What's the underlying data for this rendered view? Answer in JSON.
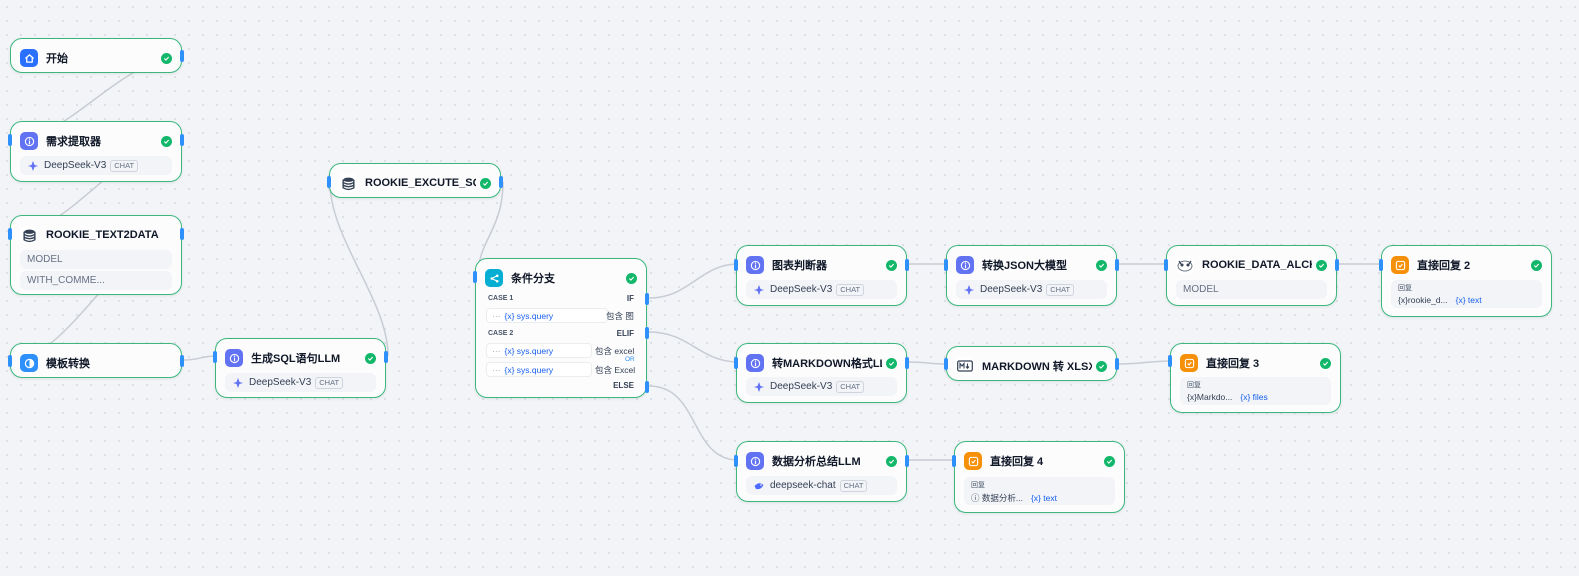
{
  "nodes": {
    "start": {
      "title": "开始"
    },
    "extractor": {
      "title": "需求提取器",
      "model": "DeepSeek-V3",
      "badge": "CHAT"
    },
    "text2data": {
      "title": "ROOKIE_TEXT2DATA",
      "param1": "MODEL",
      "param2": "WITH_COMME..."
    },
    "template": {
      "title": "模板转换"
    },
    "gensql": {
      "title": "生成SQL语句LLM",
      "model": "DeepSeek-V3",
      "badge": "CHAT"
    },
    "execsql": {
      "title": "ROOKIE_EXCUTE_SQL"
    },
    "branch": {
      "title": "条件分支",
      "case1_label": "CASE 1",
      "case1_kw": "IF",
      "case1_var": "{x} sys.query",
      "case1_op": "包含 图",
      "case2_label": "CASE 2",
      "case2_kw": "ELIF",
      "case2_var1": "{x} sys.query",
      "case2_op1": "包含 excel",
      "case2_join": "OR",
      "case2_var2": "{x} sys.query",
      "case2_op2": "包含 Excel",
      "else_kw": "ELSE",
      "dots": "···"
    },
    "chartjudge": {
      "title": "图表判断器",
      "model": "DeepSeek-V3",
      "badge": "CHAT"
    },
    "tojson": {
      "title": "转换JSON大模型",
      "model": "DeepSeek-V3",
      "badge": "CHAT"
    },
    "alchemy": {
      "title": "ROOKIE_DATA_ALCHEMY",
      "param1": "MODEL"
    },
    "reply2": {
      "title": "直接回复 2",
      "label": "回复",
      "a": "{x}rookie_d...",
      "b": "{x} text"
    },
    "tomd": {
      "title": "转MARKDOWN格式LLM",
      "model": "DeepSeek-V3",
      "badge": "CHAT"
    },
    "mdxlsx": {
      "title": "MARKDOWN 转 XLSX 文件"
    },
    "reply3": {
      "title": "直接回复 3",
      "label": "回复",
      "a": "{x}Markdo...",
      "b": "{x} files"
    },
    "summary": {
      "title": "数据分析总结LLM",
      "model": "deepseek-chat",
      "badge": "CHAT"
    },
    "reply4": {
      "title": "直接回复 4",
      "label": "回复",
      "a": "ⓘ 数据分析...",
      "b": "{x} text"
    }
  },
  "colors": {
    "node_border": "#3bb77e",
    "handle": "#2e90fa",
    "success": "#12b76a",
    "llm_icon": "#6172f3",
    "start_icon": "#2970ff",
    "branch_icon": "#06aed4",
    "reply_icon": "#f79009",
    "template_icon": "#2e90fa",
    "edge": "#c8ccd4"
  },
  "icons": {
    "start": "home-icon",
    "llm": "llm-info-icon",
    "tool": "tool-stack-icon",
    "branch": "branch-icon",
    "template": "template-icon",
    "reply": "reply-icon",
    "alchemy": "alchemy-icon",
    "md": "markdown-icon",
    "model": "deepseek-model-icon",
    "status": "success-check-icon"
  }
}
